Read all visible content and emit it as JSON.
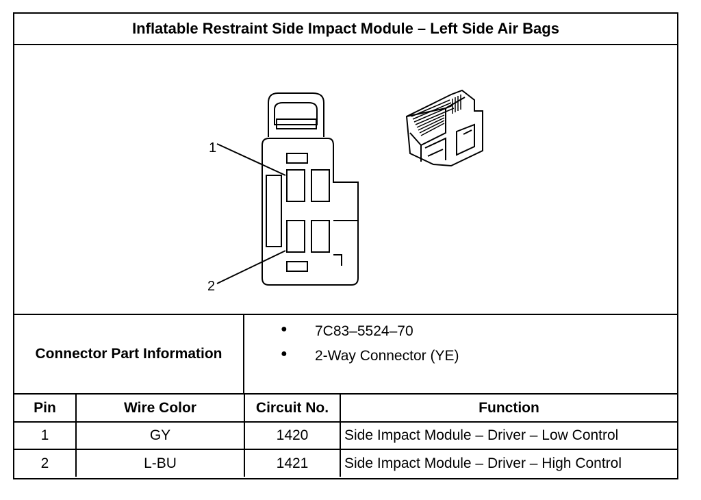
{
  "title": "Inflatable Restraint Side Impact Module – Left Side Air Bags",
  "diagram": {
    "callout_1": "1",
    "callout_2": "2"
  },
  "connector_info": {
    "label": "Connector Part Information",
    "items": [
      "7C83–5524–70",
      "2-Way Connector (YE)"
    ],
    "bullet": "●"
  },
  "table": {
    "headers": [
      "Pin",
      "Wire Color",
      "Circuit No.",
      "Function"
    ],
    "rows": [
      [
        "1",
        "GY",
        "1420",
        "Side Impact Module – Driver – Low Control"
      ],
      [
        "2",
        "L-BU",
        "1421",
        "Side Impact Module – Driver – High Control"
      ]
    ]
  }
}
